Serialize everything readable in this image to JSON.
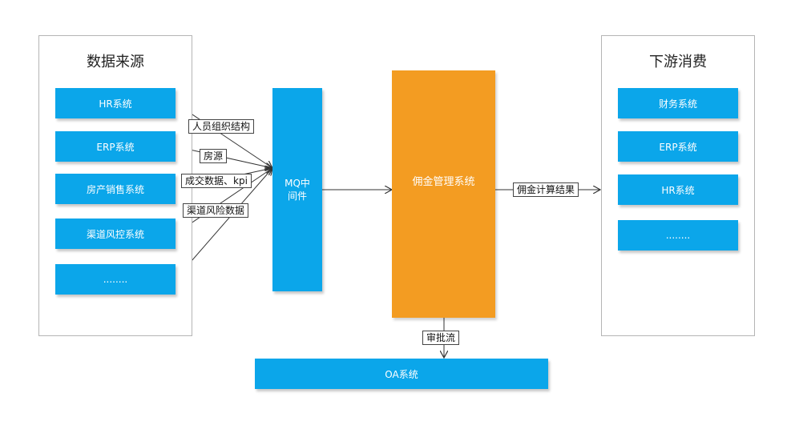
{
  "left_panel": {
    "title": "数据来源",
    "items": [
      "HR系统",
      "ERP系统",
      "房产销售系统",
      "渠道风控系统",
      "........"
    ]
  },
  "right_panel": {
    "title": "下游消费",
    "items": [
      "财务系统",
      "ERP系统",
      "HR系统",
      "........"
    ]
  },
  "mq": {
    "label": "MQ中\n间件"
  },
  "commission": {
    "label": "佣金管理系统"
  },
  "oa": {
    "label": "OA系统"
  },
  "edge_labels": {
    "org": "人员组织结构",
    "house": "房源",
    "deal": "成交数据、kpi",
    "risk": "渠道风险数据",
    "result": "佣金计算结果",
    "approval": "审批流"
  },
  "colors": {
    "blue": "#0ba6ea",
    "orange": "#f39c22",
    "line": "#333333"
  }
}
